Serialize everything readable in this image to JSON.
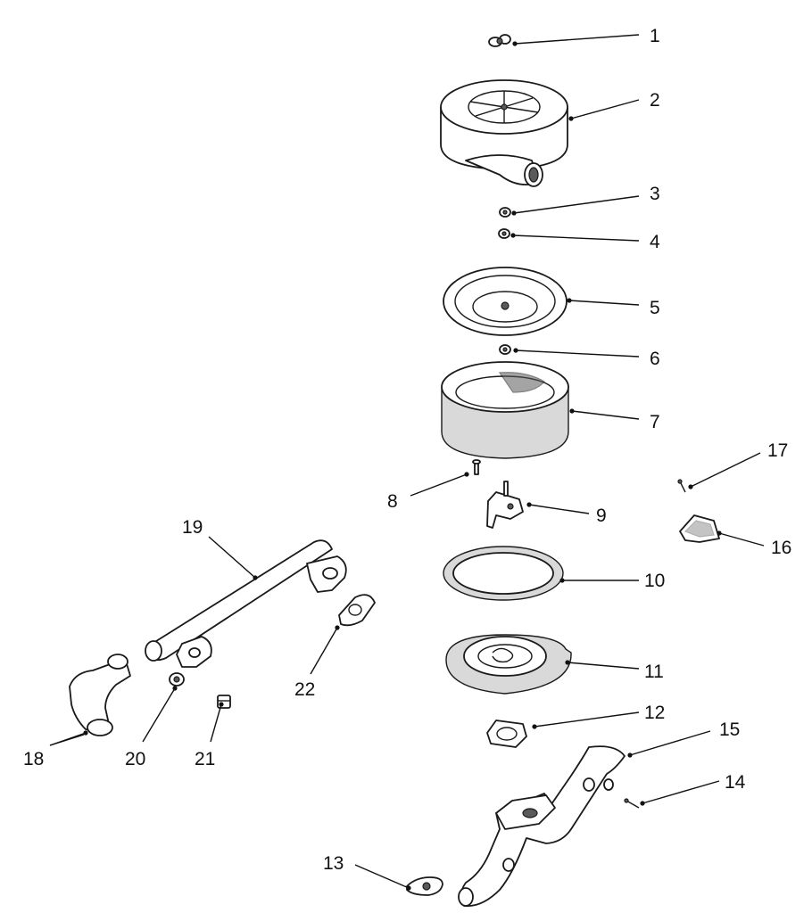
{
  "callouts": [
    {
      "id": "1",
      "label": "1"
    },
    {
      "id": "2",
      "label": "2"
    },
    {
      "id": "3",
      "label": "3"
    },
    {
      "id": "4",
      "label": "4"
    },
    {
      "id": "5",
      "label": "5"
    },
    {
      "id": "6",
      "label": "6"
    },
    {
      "id": "7",
      "label": "7"
    },
    {
      "id": "8",
      "label": "8"
    },
    {
      "id": "9",
      "label": "9"
    },
    {
      "id": "10",
      "label": "10"
    },
    {
      "id": "11",
      "label": "11"
    },
    {
      "id": "12",
      "label": "12"
    },
    {
      "id": "13",
      "label": "13"
    },
    {
      "id": "14",
      "label": "14"
    },
    {
      "id": "15",
      "label": "15"
    },
    {
      "id": "16",
      "label": "16"
    },
    {
      "id": "17",
      "label": "17"
    },
    {
      "id": "18",
      "label": "18"
    },
    {
      "id": "19",
      "label": "19"
    },
    {
      "id": "20",
      "label": "20"
    },
    {
      "id": "21",
      "label": "21"
    },
    {
      "id": "22",
      "label": "22"
    }
  ],
  "colors": {
    "ink": "#111111",
    "paper": "#ffffff",
    "shade": "#d9d9d9"
  }
}
